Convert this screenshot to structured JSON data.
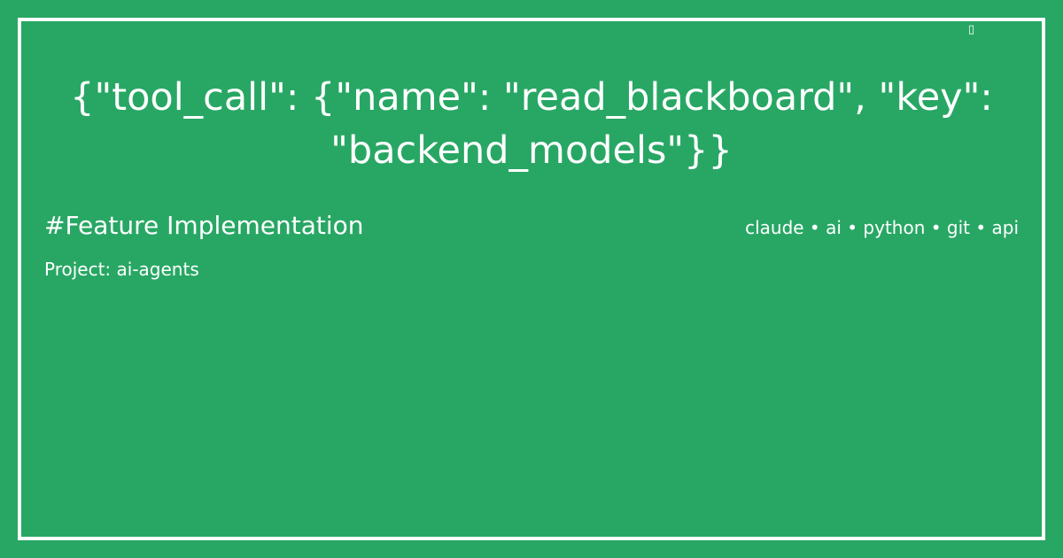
{
  "card": {
    "background_color": "#28a764",
    "border_color": "#ffffff",
    "text_color": "#ffffff",
    "corner_glyph": "▯",
    "title": "{\"tool_call\": {\"name\": \"read_blackboard\", \"key\": \"backend_models\"}}",
    "heading": "#Feature Implementation",
    "project_label": "Project: ai-agents",
    "tags": [
      "claude",
      "ai",
      "python",
      "git",
      "api"
    ],
    "tags_text": "claude • ai • python • git • api"
  }
}
